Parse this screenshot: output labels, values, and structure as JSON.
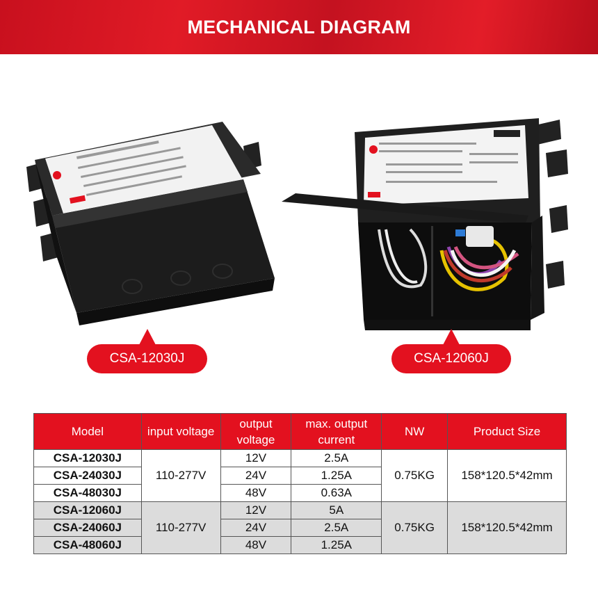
{
  "header": {
    "title": "MECHANICAL DIAGRAM"
  },
  "products": [
    {
      "label": "CSA-12030J"
    },
    {
      "label": "CSA-12060J"
    }
  ],
  "table": {
    "headers": [
      "Model",
      "input voltage",
      "output voltage",
      "max. output current",
      "NW",
      "Product Size"
    ],
    "groups": [
      {
        "input_voltage": "110-277V",
        "nw": "0.75KG",
        "size": "158*120.5*42mm",
        "rows": [
          {
            "model": "CSA-12030J",
            "output_voltage": "12V",
            "current": "2.5A"
          },
          {
            "model": "CSA-24030J",
            "output_voltage": "24V",
            "current": "1.25A"
          },
          {
            "model": "CSA-48030J",
            "output_voltage": "48V",
            "current": "0.63A"
          }
        ]
      },
      {
        "input_voltage": "110-277V",
        "nw": "0.75KG",
        "size": "158*120.5*42mm",
        "rows": [
          {
            "model": "CSA-12060J",
            "output_voltage": "12V",
            "current": "5A"
          },
          {
            "model": "CSA-24060J",
            "output_voltage": "24V",
            "current": "2.5A"
          },
          {
            "model": "CSA-48060J",
            "output_voltage": "48V",
            "current": "1.25A"
          }
        ]
      }
    ]
  },
  "colors": {
    "accent": "#e3111f",
    "row_alt": "#dcdcdc",
    "enclosure": "#1c1c1c"
  }
}
